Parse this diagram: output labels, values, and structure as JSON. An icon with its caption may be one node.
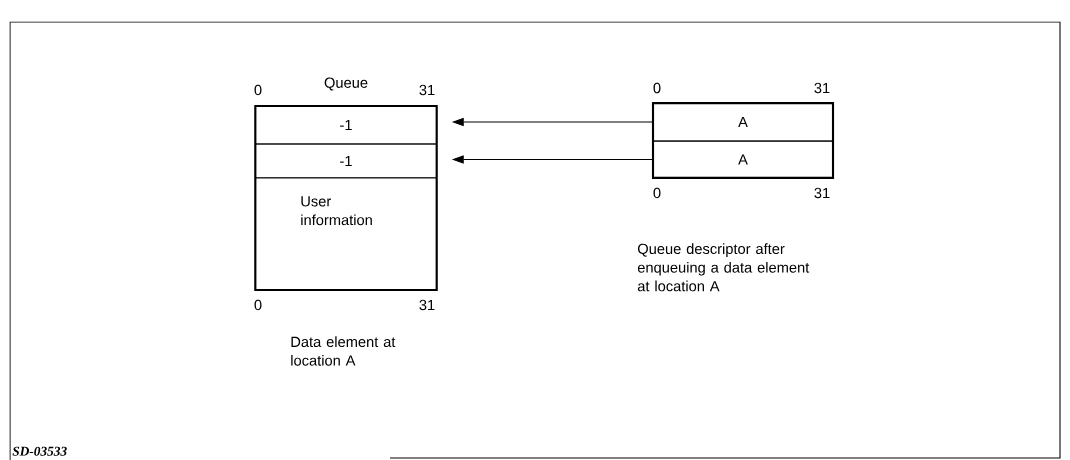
{
  "diagram": {
    "nodes": [
      {
        "text": [
          "Queue"
        ]
      },
      {
        "text": [
          "-1"
        ],
        "in": 0
      },
      {
        "text": [
          "-1"
        ],
        "in": 0
      },
      {
        "text": [
          "User information"
        ],
        "in": 0
      },
      {
        "text": [],
        "shape": "box"
      },
      {
        "text": [
          "A"
        ],
        "in": 4
      },
      {
        "text": [
          "A"
        ],
        "in": 4
      }
    ],
    "edges": [
      {
        "from": 5,
        "to": 1,
        "arrow": "to"
      },
      {
        "from": 6,
        "to": 2,
        "arrow": "to"
      }
    ],
    "labels": [
      "0",
      "31",
      "0",
      "31",
      "0",
      "31",
      "0",
      "31",
      "Queue descriptor after enqueuing a data element at location A",
      "Data element at location A",
      "SD-03533"
    ]
  }
}
